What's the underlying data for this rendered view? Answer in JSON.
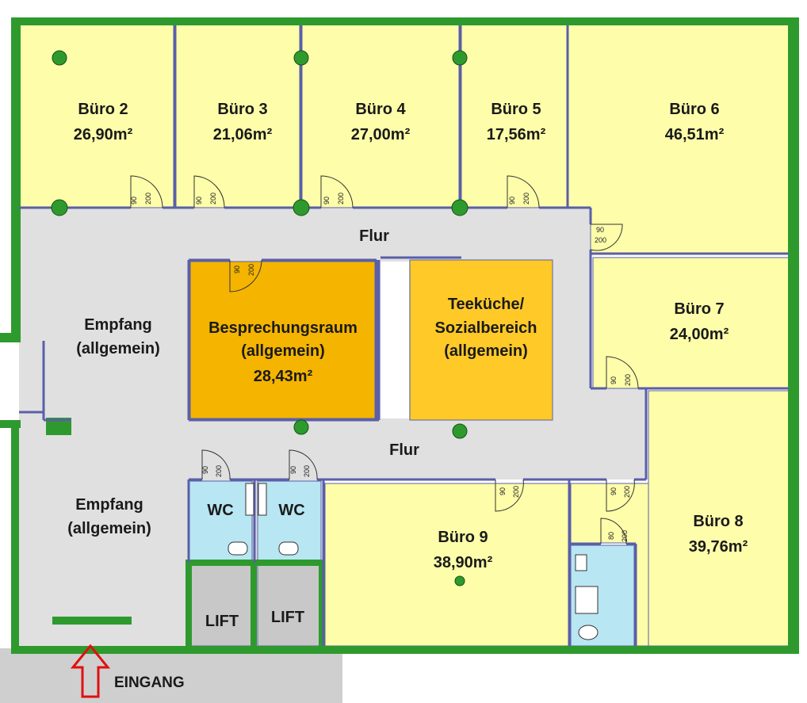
{
  "colors": {
    "office": "#fefeaa",
    "corridor": "#e0e0e0",
    "meeting": "#f4b400",
    "kitchen": "#ffc928",
    "wc": "#b8e6f2",
    "lift": "#c8c8c8",
    "outside": "#cfcfcf",
    "wall": "#2e9a2e",
    "partition": "#5a5fa8",
    "arrow": "#e01010"
  },
  "rooms": {
    "buero2": {
      "name": "Büro 2",
      "area": "26,90m²"
    },
    "buero3": {
      "name": "Büro 3",
      "area": "21,06m²"
    },
    "buero4": {
      "name": "Büro 4",
      "area": "27,00m²"
    },
    "buero5": {
      "name": "Büro 5",
      "area": "17,56m²"
    },
    "buero6": {
      "name": "Büro 6",
      "area": "46,51m²"
    },
    "buero7": {
      "name": "Büro 7",
      "area": "24,00m²"
    },
    "buero8": {
      "name": "Büro 8",
      "area": "39,76m²"
    },
    "buero9": {
      "name": "Büro 9",
      "area": "38,90m²"
    },
    "besprechung": {
      "line1": "Besprechungsraum",
      "line2": "(allgemein)",
      "area": "28,43m²"
    },
    "teekueche": {
      "line1": "Teeküche/",
      "line2": "Sozialbereich",
      "line3": "(allgemein)"
    },
    "flur_top": "Flur",
    "flur_mid": "Flur",
    "empfang_top": {
      "line1": "Empfang",
      "line2": "(allgemein)"
    },
    "empfang_bottom": {
      "line1": "Empfang",
      "line2": "(allgemein)"
    },
    "wc1": "WC",
    "wc2": "WC",
    "lift1": "LIFT",
    "lift2": "LIFT"
  },
  "entrance": {
    "label": "EINGANG",
    "icon": "arrow-up-icon"
  },
  "door_marks": {
    "width": "90",
    "height": "200",
    "width_small": "80"
  }
}
